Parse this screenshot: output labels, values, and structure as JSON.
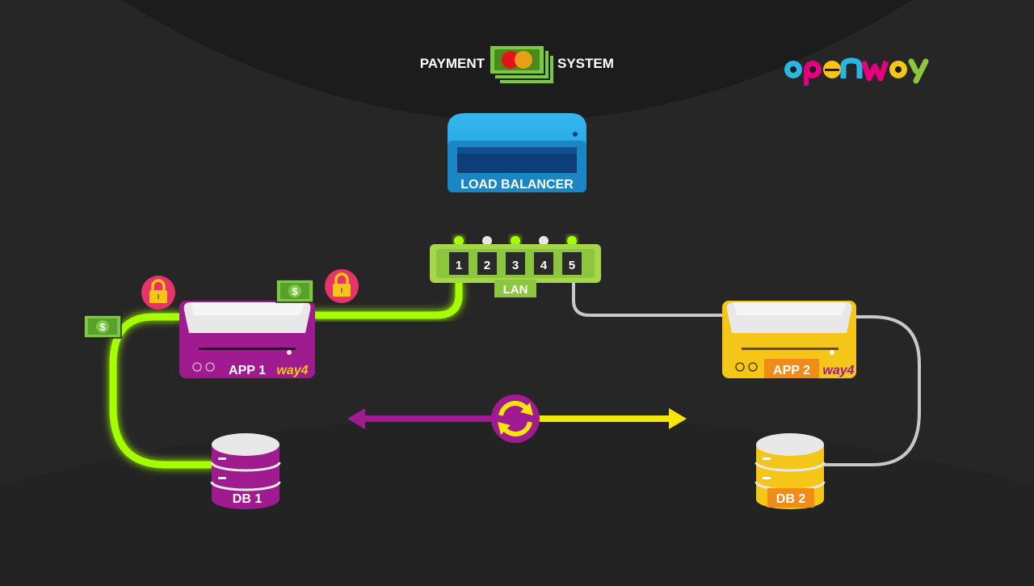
{
  "header": {
    "payment_label": "PAYMENT",
    "system_label": "SYSTEM"
  },
  "logo": {
    "text": "openway"
  },
  "load_balancer": {
    "label": "LOAD BALANCER",
    "color": "#1aa7e2"
  },
  "lan": {
    "label": "LAN",
    "ports": [
      "1",
      "2",
      "3",
      "4",
      "5"
    ],
    "color": "#a6d64a"
  },
  "app1": {
    "label": "APP 1",
    "brand": "way4",
    "color": "#a01b8f"
  },
  "app2": {
    "label": "APP 2",
    "brand": "way4",
    "color": "#f5c518"
  },
  "db1": {
    "label": "DB 1",
    "color": "#a01b8f"
  },
  "db2": {
    "label": "DB 2",
    "color": "#f5c518"
  },
  "money": {
    "symbol": "$",
    "color": "#7ac943"
  },
  "links": {
    "active_color": "#a6ff00",
    "standby_color": "#c8c8c8",
    "replication_left_color": "#a01b8f",
    "replication_right_color": "#f5e60a"
  }
}
